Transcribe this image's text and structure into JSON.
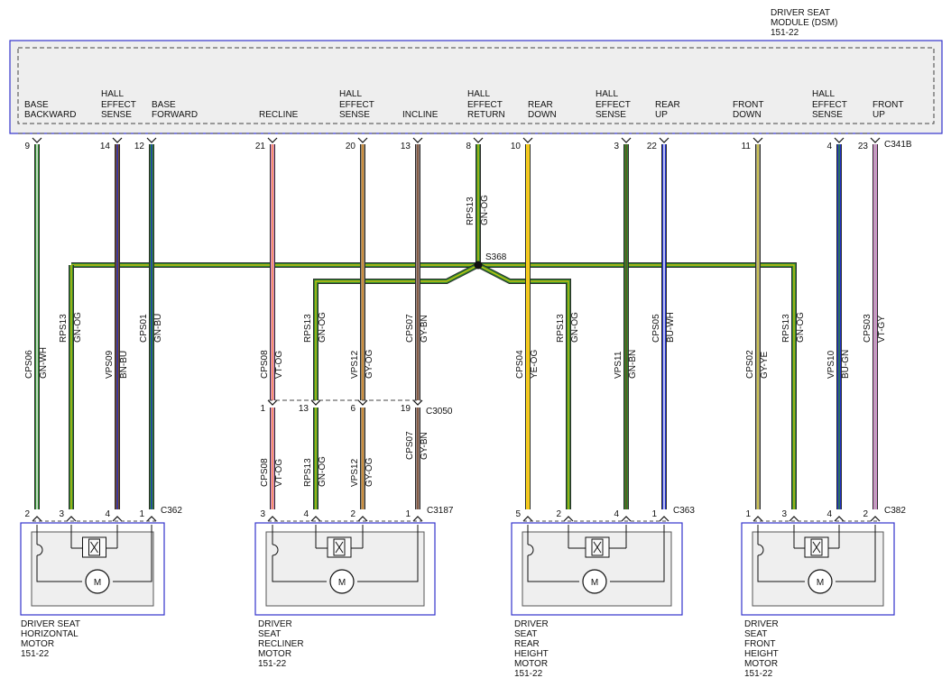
{
  "module": {
    "title_lines": [
      "DRIVER SEAT",
      "MODULE (DSM)",
      "151-22"
    ],
    "connector": "C341B",
    "functions": [
      {
        "lines": [
          "BASE",
          "BACKWARD"
        ]
      },
      {
        "lines": [
          "HALL",
          "EFFECT",
          "SENSE"
        ]
      },
      {
        "lines": [
          "BASE",
          "FORWARD"
        ]
      },
      {
        "lines": [
          "RECLINE"
        ]
      },
      {
        "lines": [
          "HALL",
          "EFFECT",
          "SENSE"
        ]
      },
      {
        "lines": [
          "INCLINE"
        ]
      },
      {
        "lines": [
          "HALL",
          "EFFECT",
          "RETURN"
        ]
      },
      {
        "lines": [
          "REAR",
          "DOWN"
        ]
      },
      {
        "lines": [
          "HALL",
          "EFFECT",
          "SENSE"
        ]
      },
      {
        "lines": [
          "REAR",
          "UP"
        ]
      },
      {
        "lines": [
          "FRONT",
          "DOWN"
        ]
      },
      {
        "lines": [
          "HALL",
          "EFFECT",
          "SENSE"
        ]
      },
      {
        "lines": [
          "FRONT",
          "UP"
        ]
      }
    ],
    "pins": [
      "9",
      "14",
      "12",
      "21",
      "20",
      "13",
      "8",
      "10",
      "3",
      "22",
      "11",
      "4",
      "23"
    ]
  },
  "splice": {
    "name": "S368",
    "circuit": "RPS13",
    "color": "GN-OG"
  },
  "inline_connector": {
    "name": "C3050",
    "pins": [
      "1",
      "13",
      "6",
      "19"
    ]
  },
  "wires": [
    {
      "circuit": "CPS06",
      "color": "GN-WH",
      "hex": "#2e8b2e",
      "stripe": "#ffffff"
    },
    {
      "circuit": "VPS09",
      "color": "BN-BU",
      "hex": "#7a4a2a",
      "stripe": "#2030d0"
    },
    {
      "circuit": "CPS01",
      "color": "GN-BU",
      "hex": "#2e8b2e",
      "stripe": "#2030d0"
    },
    {
      "circuit": "CPS08",
      "color": "VT-OG",
      "hex": "#d98ad0",
      "stripe": "#ff9a3a"
    },
    {
      "circuit": "VPS12",
      "color": "GY-OG",
      "hex": "#9a8a70",
      "stripe": "#e0902a"
    },
    {
      "circuit": "CPS07",
      "color": "GY-BN",
      "hex": "#9a8a8a",
      "stripe": "#7a4a2a"
    },
    {
      "circuit": "CPS04",
      "color": "YE-OG",
      "hex": "#f2e010",
      "stripe": "#ffb030"
    },
    {
      "circuit": "VPS11",
      "color": "GN-BN",
      "hex": "#2e8b2e",
      "stripe": "#6a4a20"
    },
    {
      "circuit": "CPS05",
      "color": "BU-WH",
      "hex": "#2030d0",
      "stripe": "#ffffff"
    },
    {
      "circuit": "CPS02",
      "color": "GY-YE",
      "hex": "#9a9a80",
      "stripe": "#e0d040"
    },
    {
      "circuit": "VPS10",
      "color": "BU-GN",
      "hex": "#2030d0",
      "stripe": "#2e8b2e"
    },
    {
      "circuit": "CPS03",
      "color": "VT-GY",
      "hex": "#d98ad0",
      "stripe": "#b0b0b0"
    },
    {
      "circuit": "RPS13",
      "color": "GN-OG",
      "hex": "#2e8b2e",
      "stripe": "#c8c010"
    }
  ],
  "motors": [
    {
      "name_lines": [
        "DRIVER SEAT",
        "HORIZONTAL",
        "MOTOR",
        "151-22"
      ],
      "connector": "C362",
      "pins": [
        "2",
        "3",
        "4",
        "1"
      ]
    },
    {
      "name_lines": [
        "DRIVER",
        "SEAT",
        "RECLINER",
        "MOTOR",
        "151-22"
      ],
      "connector": "C3187",
      "pins": [
        "3",
        "4",
        "2",
        "1"
      ]
    },
    {
      "name_lines": [
        "DRIVER",
        "SEAT",
        "REAR",
        "HEIGHT",
        "MOTOR",
        "151-22"
      ],
      "connector": "C363",
      "pins": [
        "5",
        "2",
        "4",
        "1"
      ]
    },
    {
      "name_lines": [
        "DRIVER",
        "SEAT",
        "FRONT",
        "HEIGHT",
        "MOTOR",
        "151-22"
      ],
      "connector": "C382",
      "pins": [
        "1",
        "3",
        "4",
        "2"
      ]
    }
  ],
  "motor_symbol": "M"
}
